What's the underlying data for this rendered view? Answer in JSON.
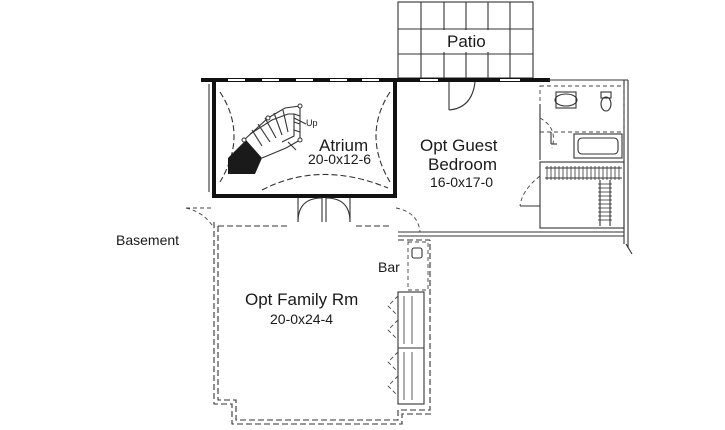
{
  "rooms": {
    "patio": {
      "label": "Patio"
    },
    "atrium": {
      "label": "Atrium",
      "dims": "20-0x12-6"
    },
    "stair": {
      "label": "Up"
    },
    "guest_bedroom": {
      "label_line1": "Opt Guest",
      "label_line2": "Bedroom",
      "dims": "16-0x17-0"
    },
    "basement": {
      "label": "Basement"
    },
    "bar": {
      "label": "Bar"
    },
    "family_room": {
      "label": "Opt Family Rm",
      "dims": "20-0x24-4"
    }
  },
  "colors": {
    "line": "#111111",
    "background": "#ffffff"
  }
}
